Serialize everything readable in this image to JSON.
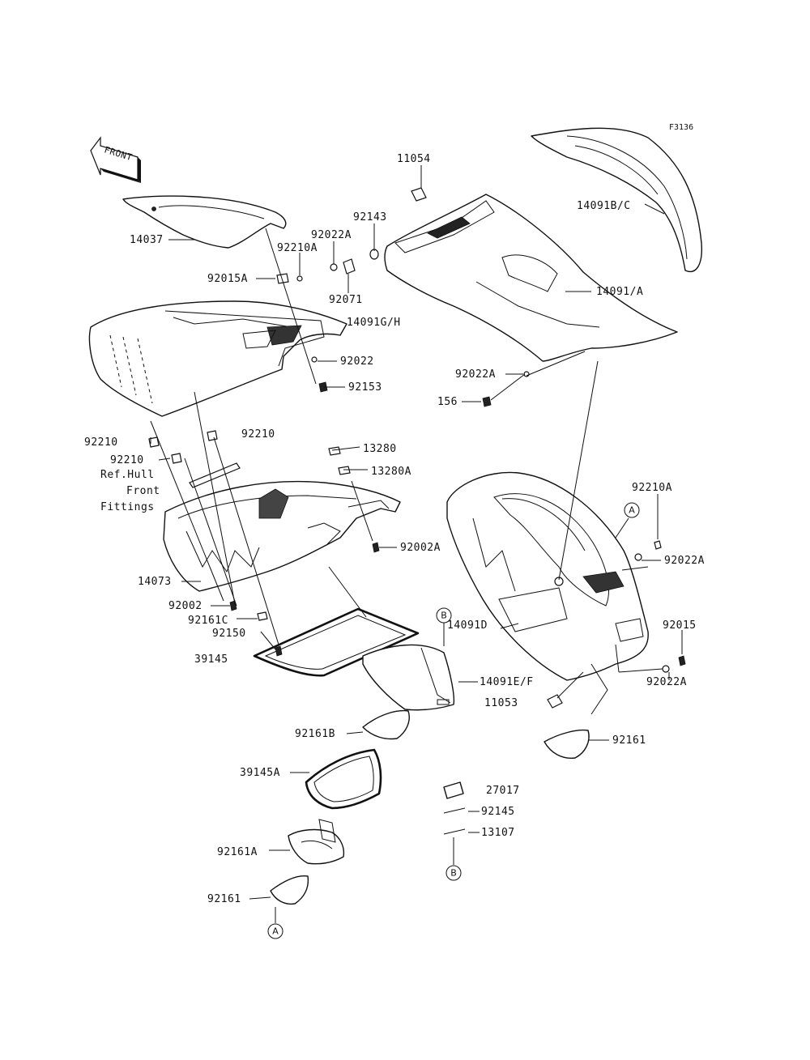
{
  "figure_code": "F3136",
  "front_arrow": {
    "label": "FRONT",
    "icon": "front-direction-arrow"
  },
  "labels": {
    "l11054": "11054",
    "l14091bc": "14091B/C",
    "l14037": "14037",
    "l92143": "92143",
    "l92022a_1": "92022A",
    "l92210a_1": "92210A",
    "l92015a": "92015A",
    "l92071": "92071",
    "l14091a": "14091/A",
    "l14091gh": "14091G/H",
    "l92022": "92022",
    "l92153": "92153",
    "l92022a_2": "92022A",
    "l156": "156",
    "l92210_1": "92210",
    "l92210_2": "92210",
    "l92210_3": "92210",
    "l_refhull": "Ref.Hull",
    "l_front": "Front",
    "l_fittings": "Fittings",
    "l13280": "13280",
    "l13280a": "13280A",
    "l92002a": "92002A",
    "l92210a_2": "92210A",
    "l92022a_3": "92022A",
    "l14073": "14073",
    "l92002": "92002",
    "l92161c": "92161C",
    "l92150": "92150",
    "l39145": "39145",
    "l14091d": "14091D",
    "l92015": "92015",
    "l92022a_4": "92022A",
    "l14091ef": "14091E/F",
    "l11053": "11053",
    "l92161b": "92161B",
    "l92161_1": "92161",
    "l39145a": "39145A",
    "l27017": "27017",
    "l92145": "92145",
    "l13107": "13107",
    "l92161a": "92161A",
    "l92161_2": "92161"
  },
  "refs": {
    "ref_a_upper": "A",
    "ref_b_upper": "B",
    "ref_b_lower": "B",
    "ref_a_lower": "A"
  }
}
